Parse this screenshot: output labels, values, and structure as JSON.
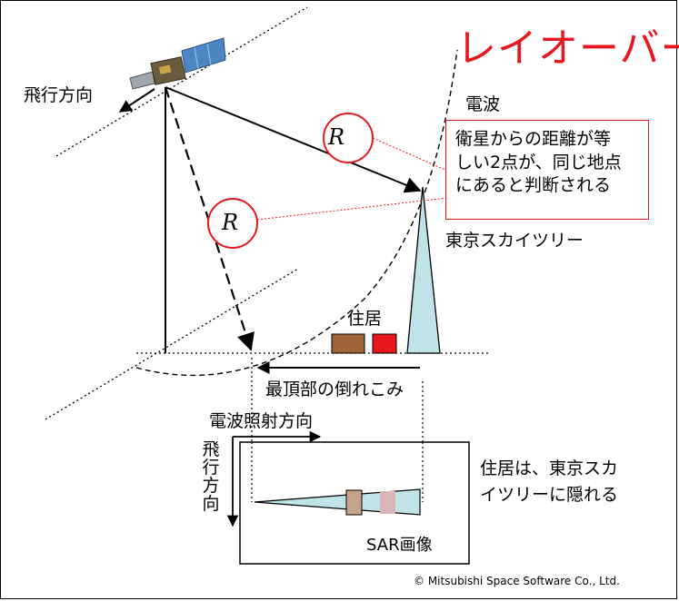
{
  "title": "レイオーバー",
  "labels": {
    "flight_direction": "飛行方向",
    "radio_wave": "電波",
    "skytree": "東京スカイツリー",
    "house": "住居",
    "top_lean": "最頂部の倒れこみ",
    "irradiation_direction": "電波照射方向",
    "flight_direction_vertical": "飛行方向",
    "sar_image": "SAR画像",
    "range_label_1": "R",
    "range_label_2": "R"
  },
  "note_lines": [
    "衛星からの距離が等",
    "しい2点が、同じ地点",
    "にあると判断される"
  ],
  "hidden_note_lines": [
    "住居は、東京スカ",
    "イツリーに隠れる"
  ],
  "copyright": "© Mitsubishi Space Software Co., Ltd.",
  "colors": {
    "title_red": "#e8161d",
    "tower_fill": "#bfe3e8",
    "house_brown": "#a0643a",
    "house_red": "#e8161d",
    "satellite_panel": "#4d86c5"
  }
}
